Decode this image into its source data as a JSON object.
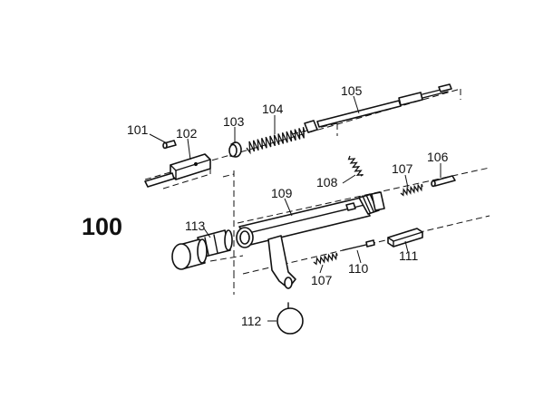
{
  "assembly": {
    "number": "100"
  },
  "parts": [
    {
      "id": "p101",
      "number": "101"
    },
    {
      "id": "p102",
      "number": "102"
    },
    {
      "id": "p103",
      "number": "103"
    },
    {
      "id": "p104",
      "number": "104"
    },
    {
      "id": "p105",
      "number": "105"
    },
    {
      "id": "p106",
      "number": "106"
    },
    {
      "id": "p107a",
      "number": "107"
    },
    {
      "id": "p107b",
      "number": "107"
    },
    {
      "id": "p108",
      "number": "108"
    },
    {
      "id": "p109",
      "number": "109"
    },
    {
      "id": "p110",
      "number": "110"
    },
    {
      "id": "p111",
      "number": "111"
    },
    {
      "id": "p112",
      "number": "112"
    },
    {
      "id": "p113",
      "number": "113"
    }
  ]
}
